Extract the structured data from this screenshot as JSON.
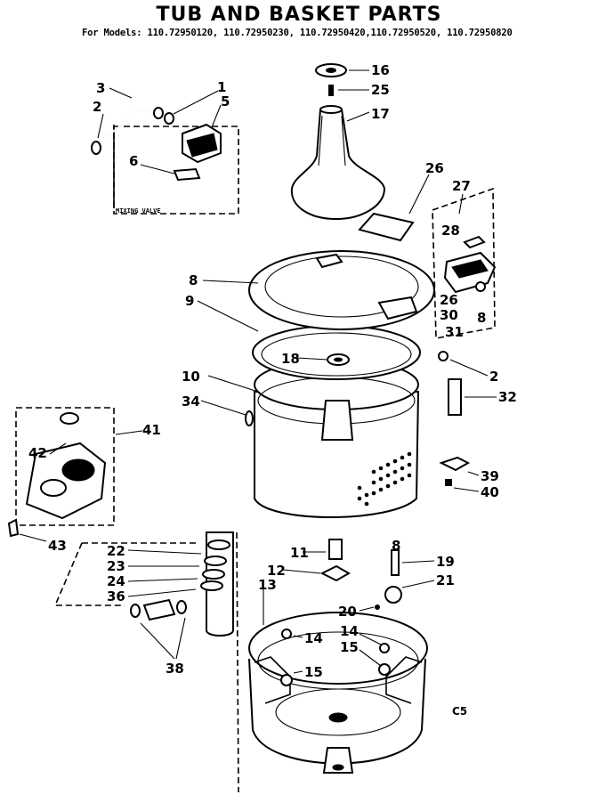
{
  "title": "TUB AND BASKET PARTS",
  "subtitle": "For Models: 110.72950120, 110.72950230, 110.72950420,110.72950520, 110.72950820",
  "mixing_valve_label": "MIXING VALVE",
  "code": "C5",
  "callouts": {
    "c1": "1",
    "c2": "2",
    "c3": "3",
    "c5": "5",
    "c6": "6",
    "c16": "16",
    "c25": "25",
    "c17": "17",
    "c26": "26",
    "c27": "27",
    "c28": "28",
    "c26b": "26",
    "c30": "30",
    "c31": "31",
    "c8b": "8",
    "c8": "8",
    "c9": "9",
    "c18": "18",
    "c2b": "2",
    "c10": "10",
    "c34": "34",
    "c32": "32",
    "c41": "41",
    "c42": "42",
    "c43": "43",
    "c39": "39",
    "c40": "40",
    "c22": "22",
    "c23": "23",
    "c24": "24",
    "c36": "36",
    "c38": "38",
    "c11": "11",
    "c12": "12",
    "c13": "13",
    "c8c": "8",
    "c19": "19",
    "c21": "21",
    "c20": "20",
    "c14": "14",
    "c14b": "14",
    "c15": "15",
    "c15b": "15"
  }
}
